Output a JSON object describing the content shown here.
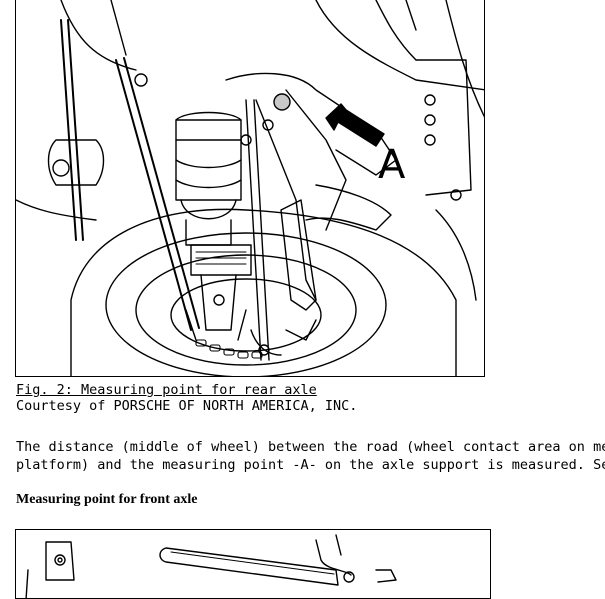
{
  "figure": {
    "callout_label": "A",
    "caption_title": "Fig. 2: Measuring point for rear axle",
    "caption_courtesy": "Courtesy of PORSCHE OF NORTH AMERICA, INC."
  },
  "body_text": {
    "line1": "The distance (middle of wheel) between the road (wheel contact area on mea",
    "line2": "platform) and the measuring point -A- on the axle support is measured. See"
  },
  "section": {
    "heading": "Measuring point for front axle"
  }
}
